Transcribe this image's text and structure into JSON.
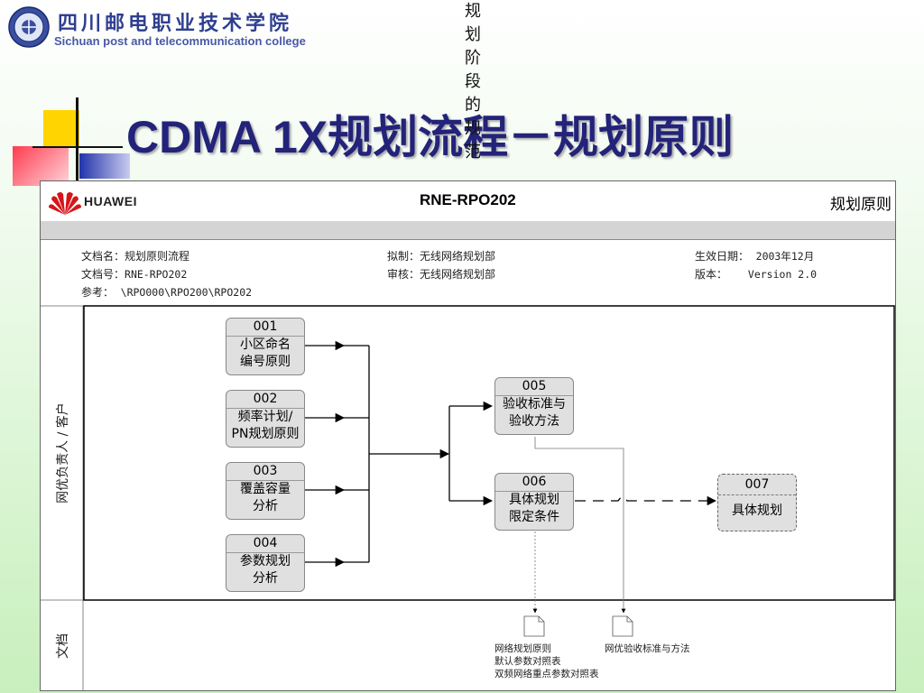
{
  "college": {
    "name_cn": "四川邮电职业技术学院",
    "name_en": "Sichuan post and telecommunication college"
  },
  "slide_title": "CDMA 1X规划流程－规划原则",
  "vertical_text": [
    "规",
    "划",
    "阶",
    "段",
    "的",
    "规",
    "范"
  ],
  "document": {
    "company": "HUAWEI",
    "code": "RNE-RPO202",
    "header_right": "规划原则",
    "meta": {
      "file_name_label": "文档名：",
      "file_name": "规划原则流程",
      "file_no_label": "文档号：",
      "file_no": "RNE-RPO202",
      "ref_label": "参考：",
      "ref": "\\RPO000\\RPO200\\RPO202",
      "draft_label": "拟制：",
      "draft": "无线网络规划部",
      "review_label": "审核：",
      "review": "无线网络规划部",
      "effective_label": "生效日期：",
      "effective": "2003年12月",
      "version_label": "版本：",
      "version": "Version 2.0"
    },
    "lanes": {
      "lane1": "网优负责人 / 客户",
      "lane2": "文档"
    },
    "boxes": [
      {
        "id": "001",
        "line1": "小区命名",
        "line2": "编号原则"
      },
      {
        "id": "002",
        "line1": "频率计划/",
        "line2": "PN规划原则"
      },
      {
        "id": "003",
        "line1": "覆盖容量",
        "line2": "分析"
      },
      {
        "id": "004",
        "line1": "参数规划",
        "line2": "分析"
      },
      {
        "id": "005",
        "line1": "验收标准与",
        "line2": "验收方法"
      },
      {
        "id": "006",
        "line1": "具体规划",
        "line2": "限定条件"
      },
      {
        "id": "007",
        "line1": "具体规划",
        "line2": ""
      }
    ],
    "docs": {
      "doc1_line1": "网络规划原则",
      "doc1_line2": "默认参数对照表",
      "doc1_line3": "双频网络重点参数对照表",
      "doc2_line1": "网优验收标准与方法"
    }
  }
}
